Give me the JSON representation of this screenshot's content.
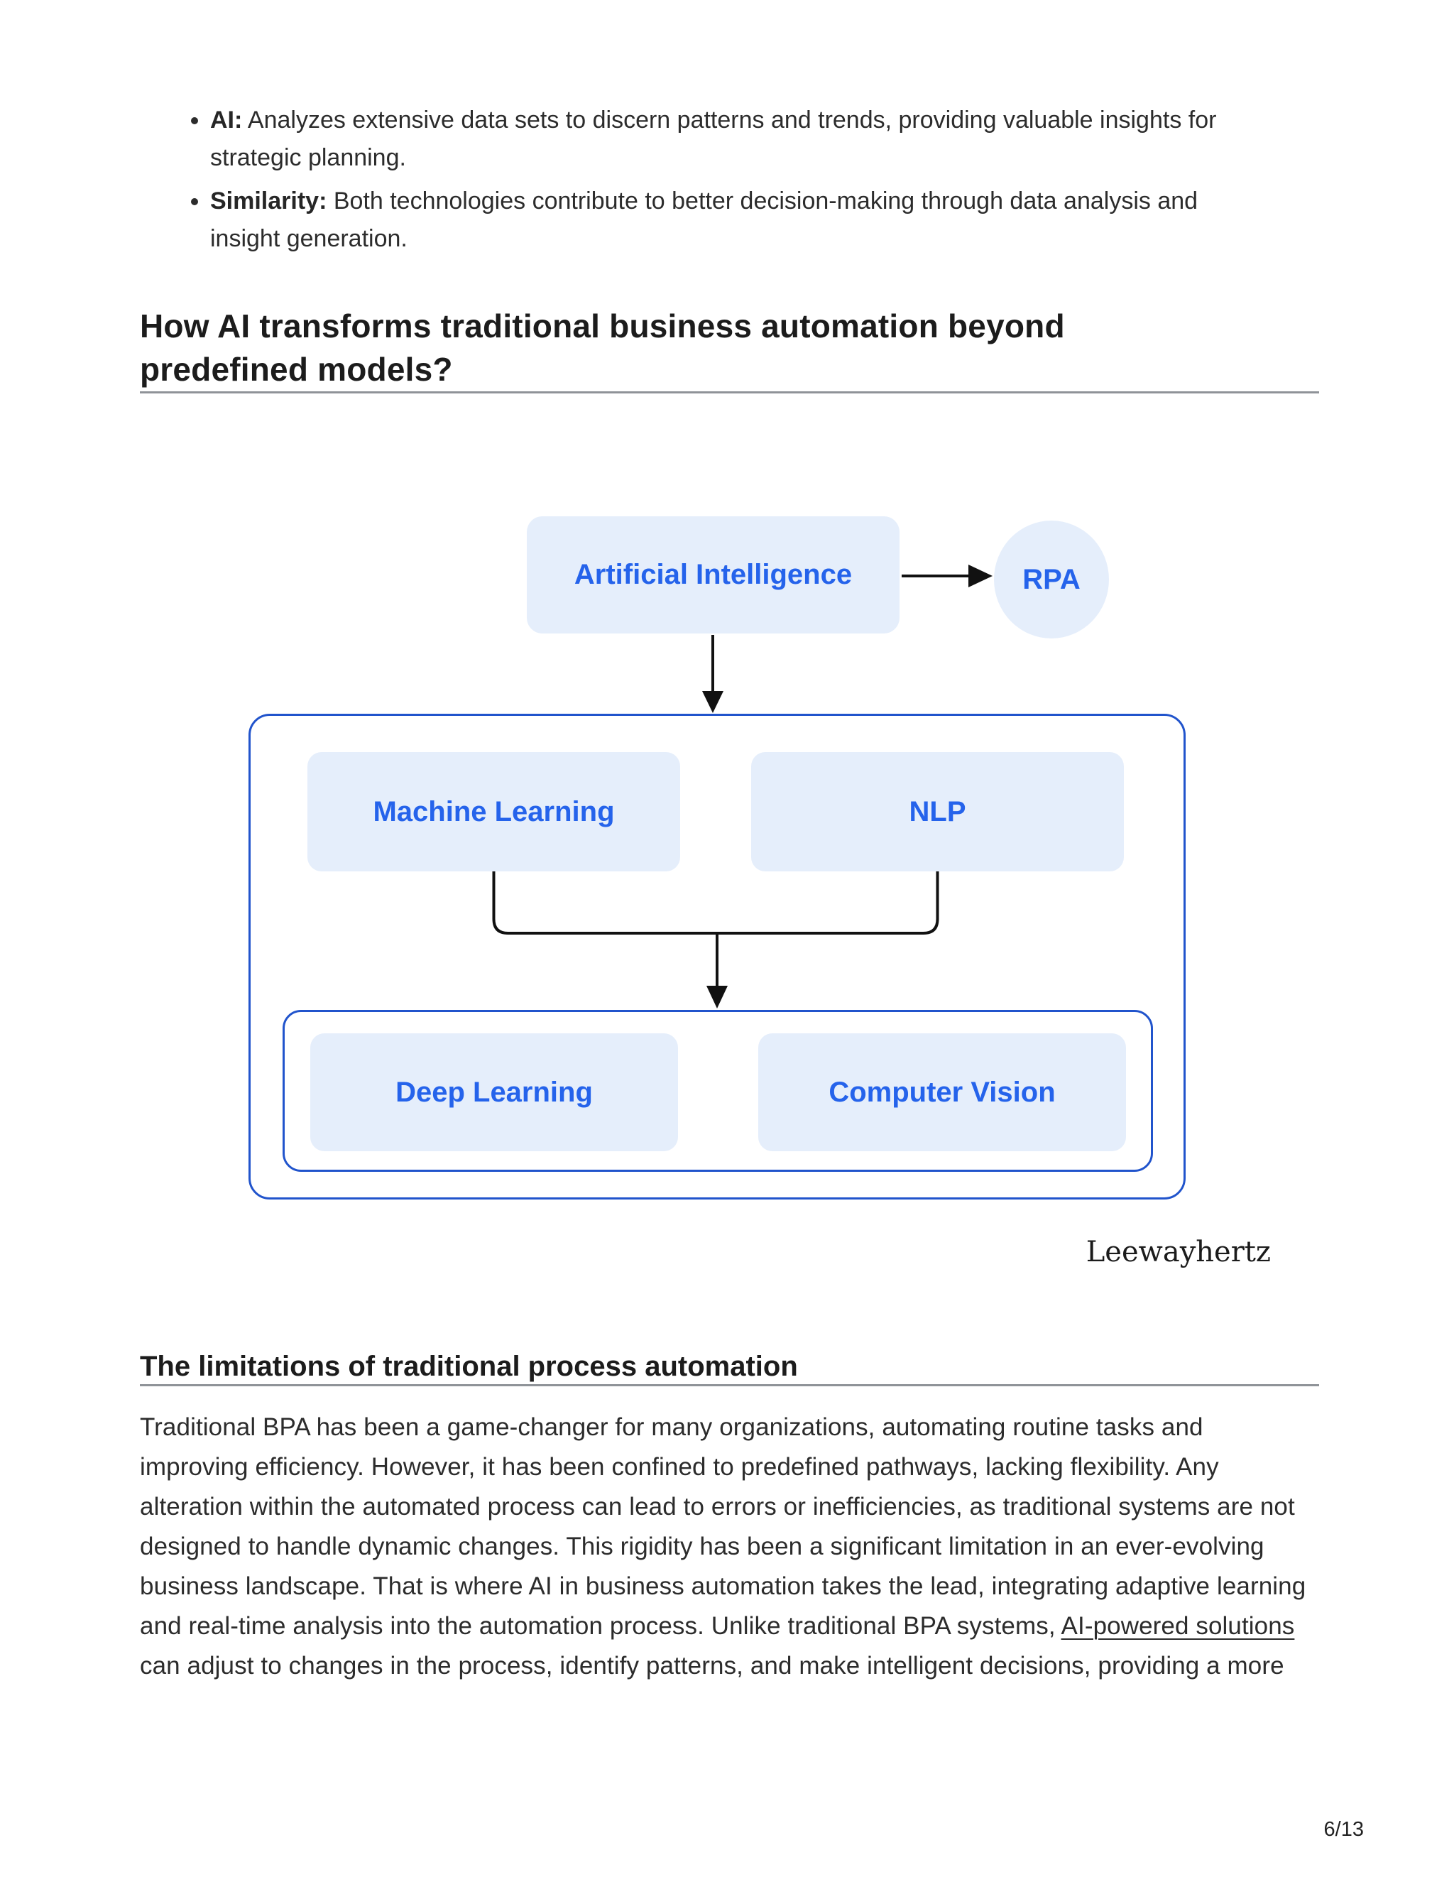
{
  "document": {
    "bullets": [
      {
        "label": "AI:",
        "text": " Analyzes extensive data sets to discern patterns and trends, providing valuable insights for strategic planning."
      },
      {
        "label": "Similarity:",
        "text": " Both technologies contribute to better decision-making through data analysis and insight generation."
      }
    ],
    "section1": {
      "title": "How AI transforms traditional business automation beyond predefined models?"
    },
    "diagram": {
      "node_ai": "Artificial Intelligence",
      "node_rpa": "RPA",
      "node_ml": "Machine Learning",
      "node_nlp": "NLP",
      "node_dl": "Deep Learning",
      "node_cv": "Computer Vision",
      "credit": "Leewayhertz",
      "colors": {
        "node_fill": "#e5eefb",
        "node_text": "#2563eb",
        "container_border": "#2154cc",
        "connector": "#111111"
      }
    },
    "section2": {
      "title": "The limitations of traditional process automation"
    },
    "paragraph": {
      "before_link": "Traditional BPA has been a game-changer for many organizations, automating routine tasks and improving efficiency. However, it has been confined to predefined pathways, lacking flexibility. Any alteration within the automated process can lead to errors or inefficiencies, as traditional systems are not designed to handle dynamic changes. This rigidity has been a significant limitation in an ever-evolving business landscape. That is where AI in business automation takes the lead, integrating adaptive learning and real-time analysis into the automation process. Unlike traditional BPA systems, ",
      "link_text": "AI-powered solutions",
      "after_link": " can adjust to changes in the process, identify patterns, and make intelligent decisions, providing a more"
    },
    "page_number": "6/13"
  }
}
